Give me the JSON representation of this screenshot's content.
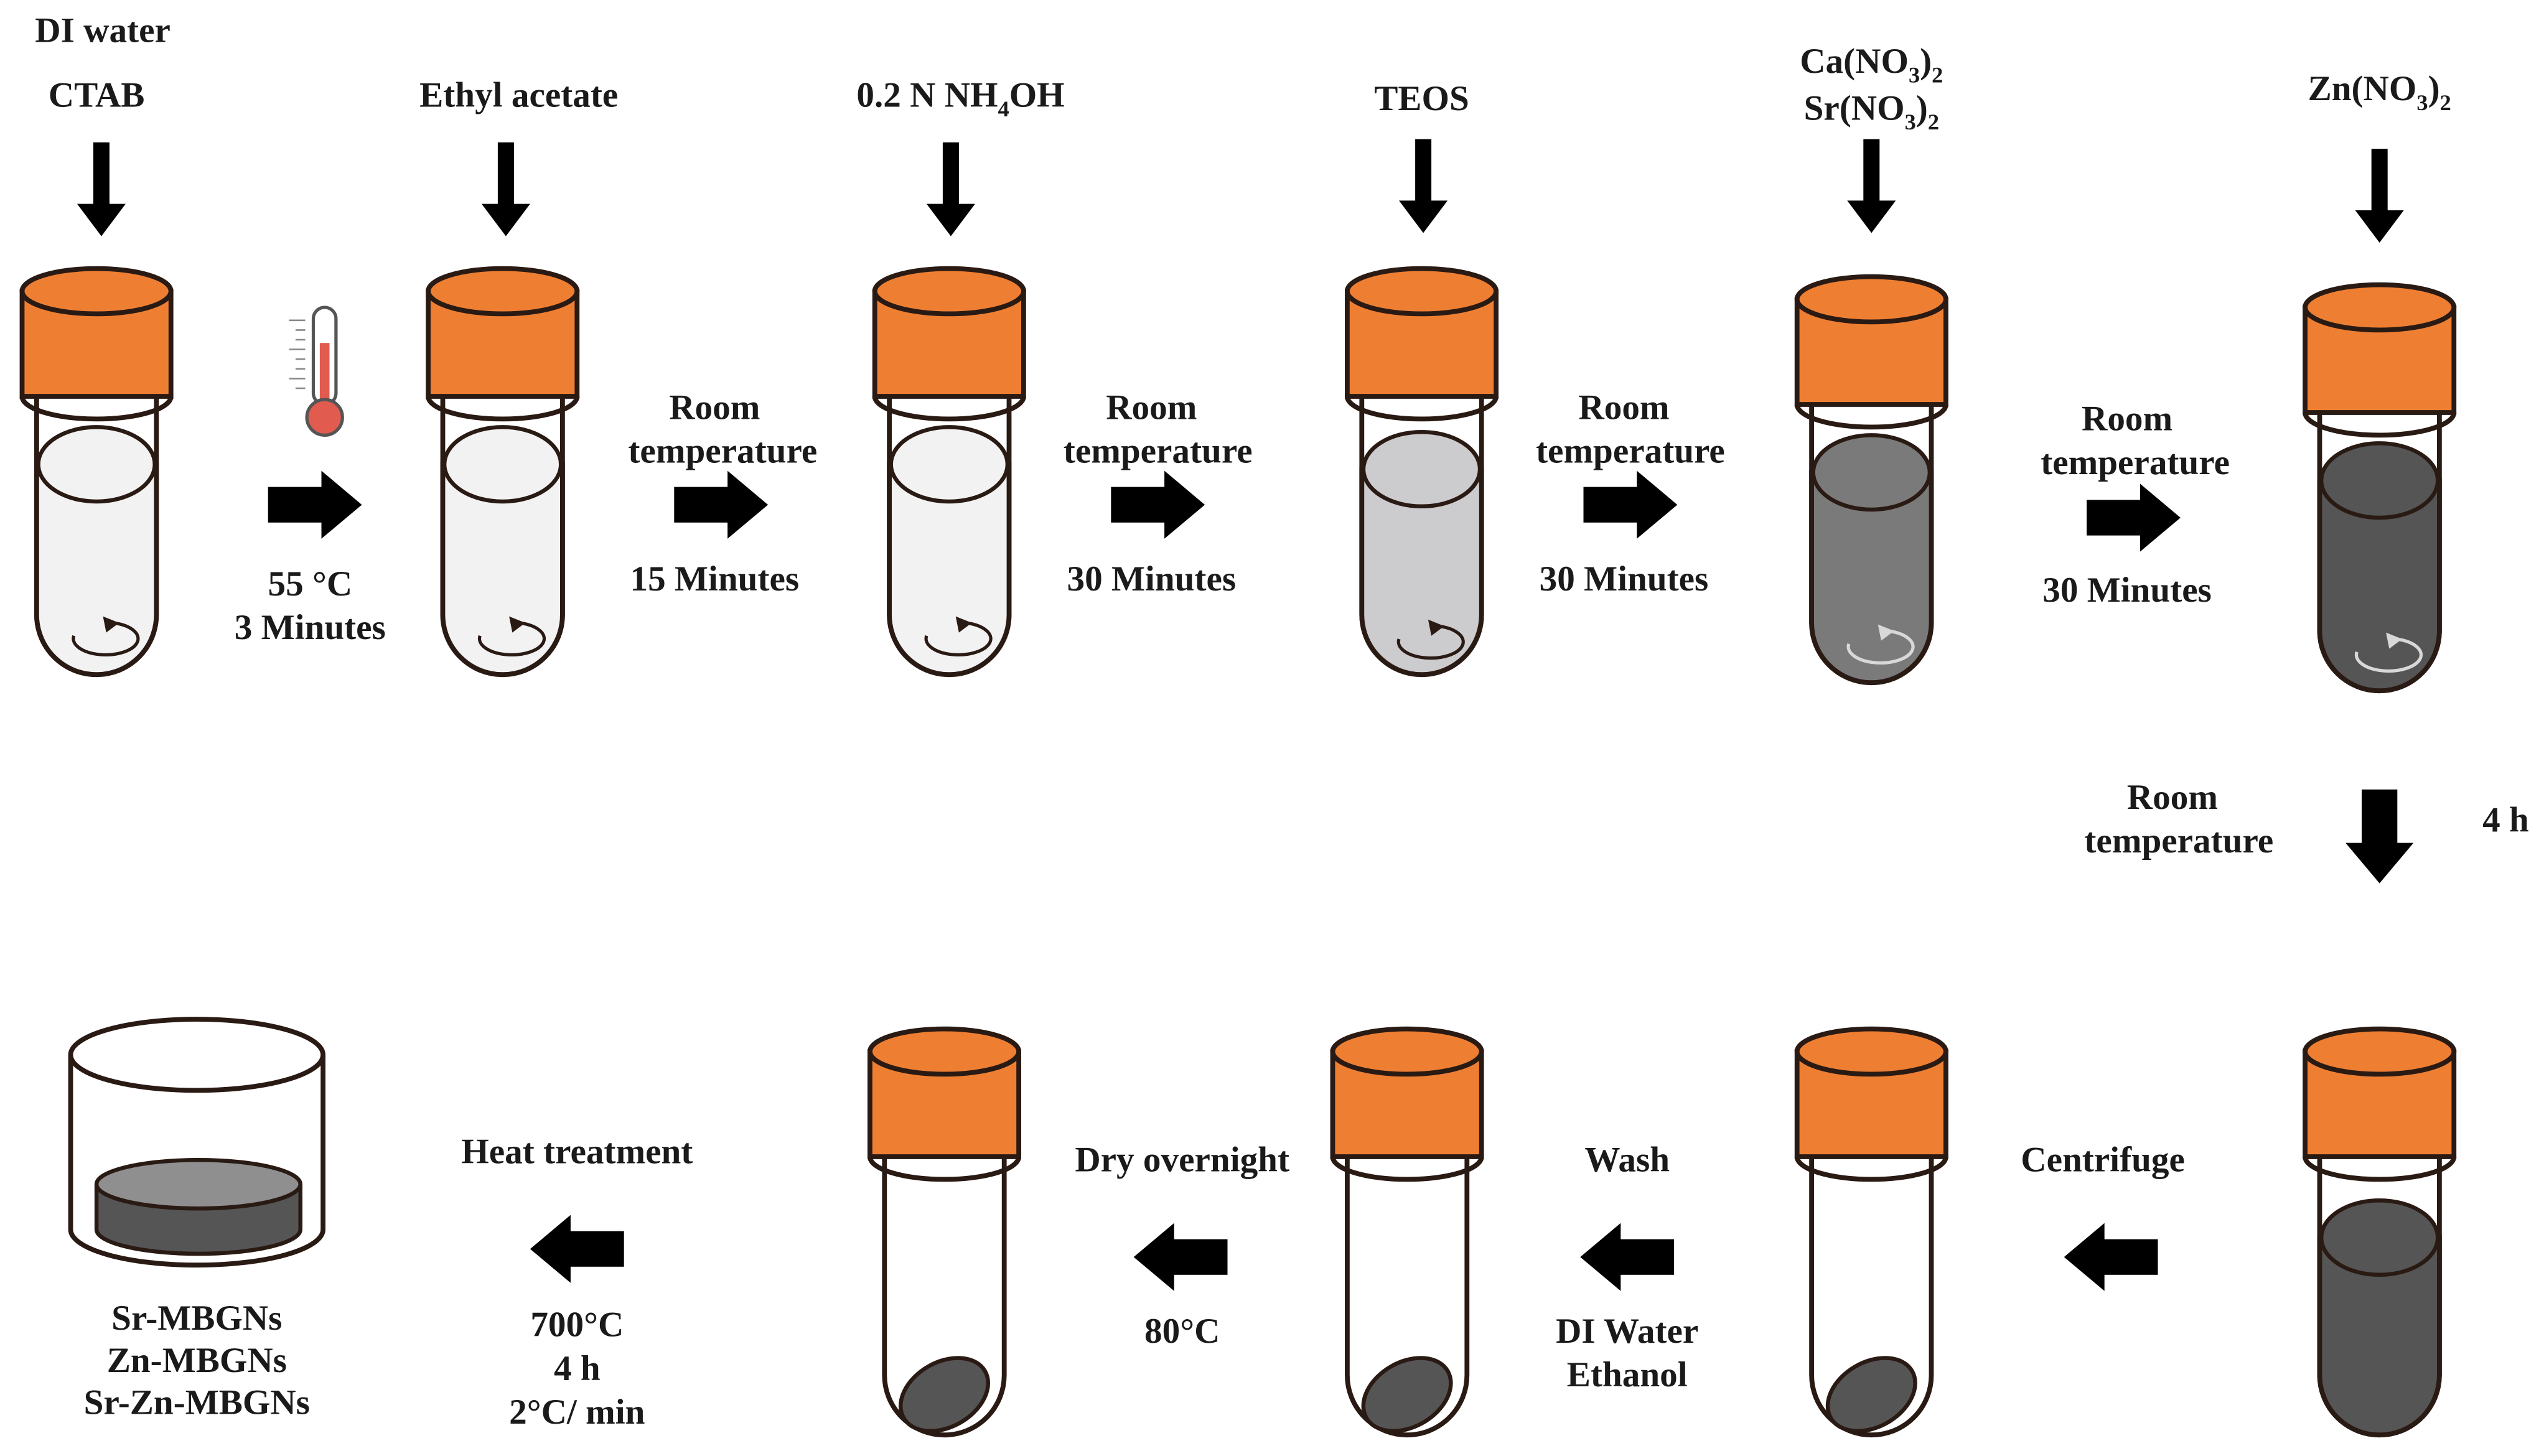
{
  "reagents": {
    "di_water": "DI water",
    "ctab": "CTAB",
    "ethyl_acetate": "Ethyl acetate",
    "nh4oh_prefix": "0.2 N NH",
    "nh4oh_sub": "4",
    "nh4oh_suffix": "OH",
    "teos": "TEOS",
    "ca_prefix": "Ca(NO",
    "sr_prefix": "Sr(NO",
    "zn_prefix": "Zn(NO",
    "sub3": "3",
    "close": ")",
    "sub2": "2"
  },
  "steps": {
    "s1_temp": "55 °C",
    "s1_time": "3 Minutes",
    "room": "Room",
    "temperature": "temperature",
    "s2_time": "15 Minutes",
    "s3_time": "30 Minutes",
    "s4_time": "30 Minutes",
    "s5_time": "30 Minutes",
    "s6_time": "4 h",
    "centrifuge": "Centrifuge",
    "wash": "Wash",
    "wash_1": "DI Water",
    "wash_2": "Ethanol",
    "dry": "Dry overnight",
    "dry_temp": "80°C",
    "heat": "Heat treatment",
    "heat_1": "700°C",
    "heat_2": "4 h",
    "heat_3": "2°C/ min"
  },
  "products": [
    "Sr-MBGNs",
    "Zn-MBGNs",
    "Sr-Zn-MBGNs"
  ],
  "colors": {
    "cap": "#EE7F32",
    "outline": "#2a1a14",
    "arrow": "#000000",
    "liquid_clear": "#F2F2F2",
    "liquid_light_gray": "#CCCBCD",
    "liquid_gray": "#7A7A7A",
    "liquid_dark": "#555555",
    "pellet": "#555555",
    "thermo_bulb": "#E25B4F"
  }
}
